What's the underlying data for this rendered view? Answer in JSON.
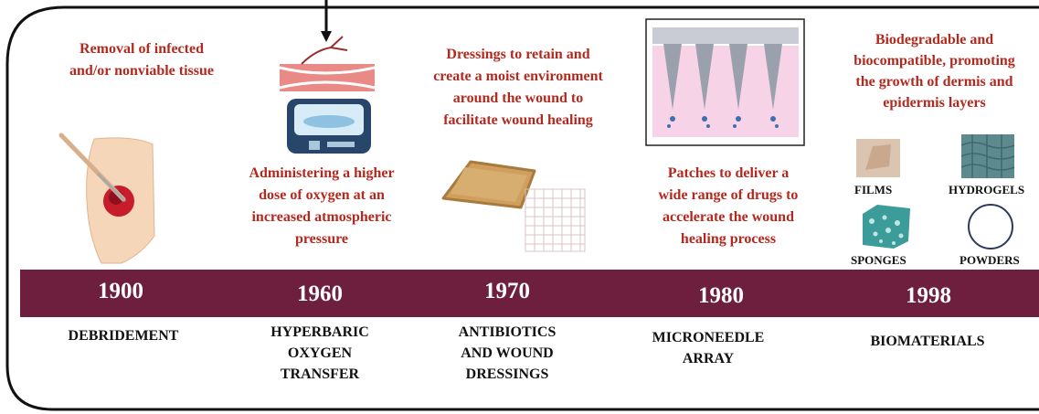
{
  "milestones": [
    {
      "year": "1900",
      "label": [
        "DEBRIDEMENT"
      ],
      "description": [
        "Removal of infected",
        "and/or nonviable tissue"
      ],
      "icon": "debridement-tool-icon"
    },
    {
      "year": "1960",
      "label": [
        "HYPERBARIC",
        "OXYGEN",
        "TRANSFER"
      ],
      "description": [
        "Administering a higher",
        "dose of oxygen at an",
        "increased atmospheric",
        "pressure"
      ],
      "icon": "hyperbaric-chamber-icon"
    },
    {
      "year": "1970",
      "label": [
        "ANTIBIOTICS",
        "AND WOUND",
        "DRESSINGS"
      ],
      "description": [
        "Dressings to retain and",
        "create a moist environment",
        "around the wound to",
        "facilitate wound healing"
      ],
      "icon": "wound-dressing-icon"
    },
    {
      "year": "1980",
      "label": [
        "MICRONEEDLE",
        "ARRAY"
      ],
      "description": [
        "Patches to deliver a",
        "wide range of drugs to",
        "accelerate the wound",
        "healing process"
      ],
      "icon": "microneedle-array-icon"
    },
    {
      "year": "1998",
      "label": [
        "BIOMATERIALS"
      ],
      "description": [
        "Biodegradable and",
        "biocompatible, promoting",
        "the growth of dermis and",
        "epidermis layers"
      ],
      "icon": "biomaterials-icon"
    }
  ],
  "materials": [
    "FILMS",
    "HYDROGELS",
    "SPONGES",
    "POWDERS"
  ],
  "colors": {
    "band": "#6e1f3e",
    "description_text": "#b22a1f",
    "label_text": "#111111",
    "frame": "#111111"
  }
}
